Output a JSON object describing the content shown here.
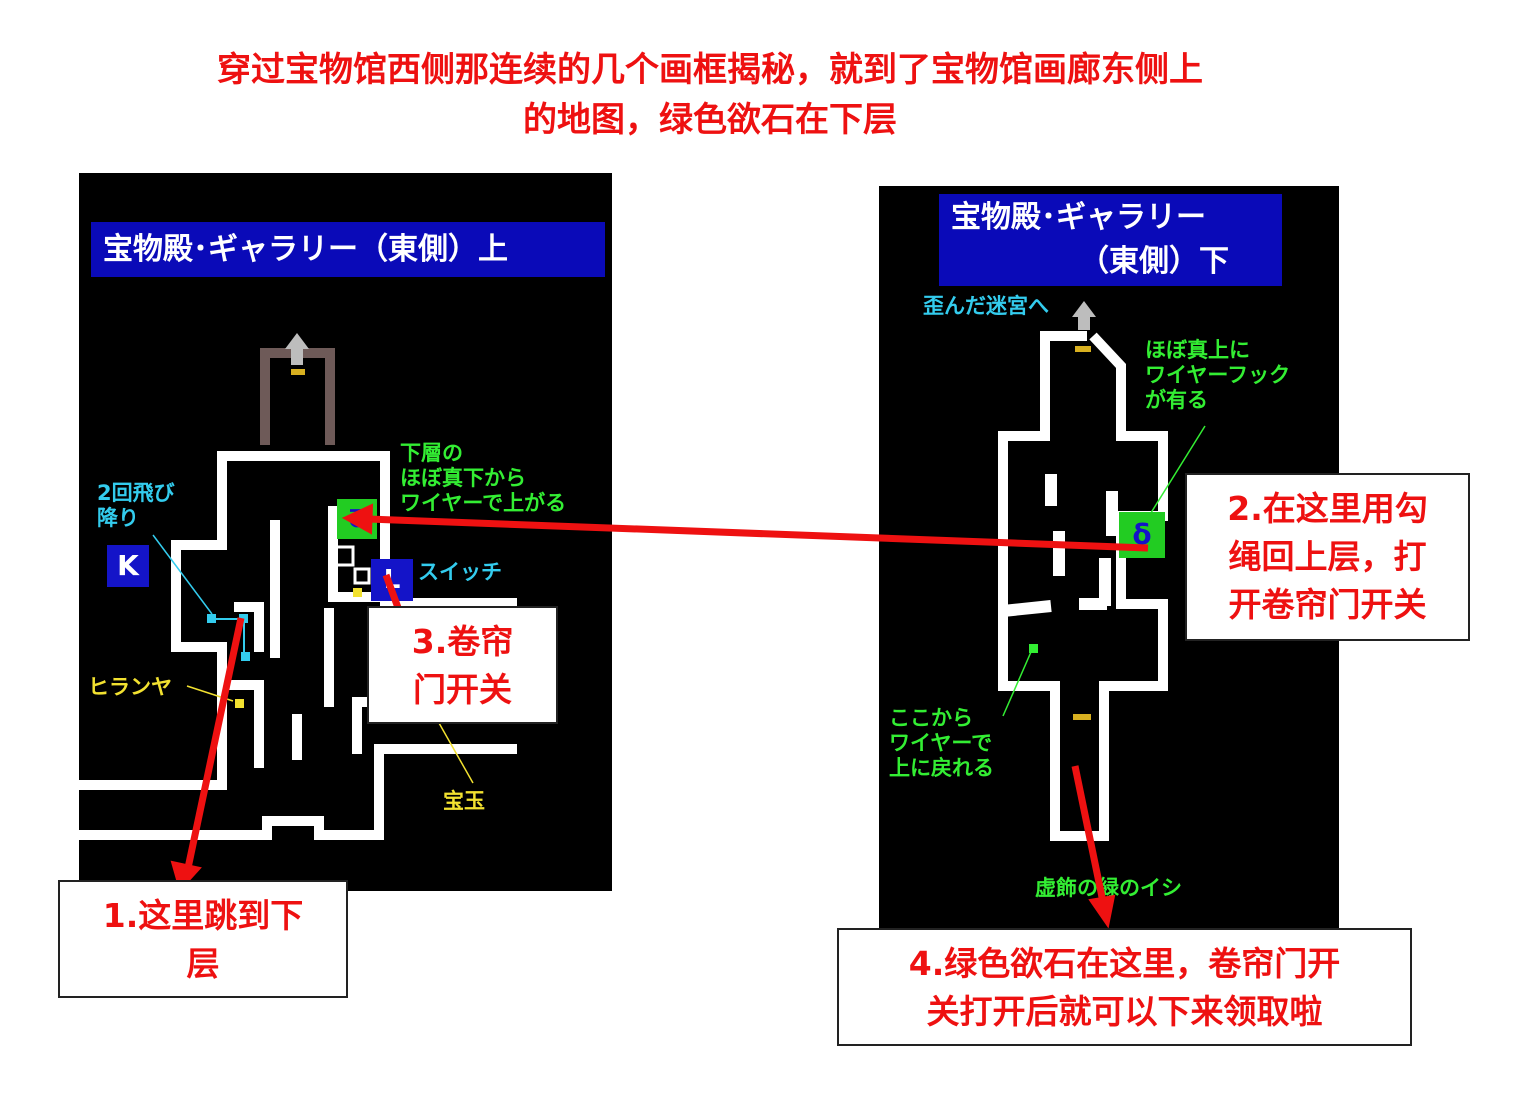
{
  "header": {
    "line1": "穿过宝物馆西侧那连续的几个画框揭秘，就到了宝物馆画廊东侧上",
    "line2": "的地图，绿色欲石在下层"
  },
  "left_map": {
    "title": "宝物殿･ギャラリー（東側）上",
    "labels": {
      "jump": "2回飛び\n降り",
      "marker_k": "K",
      "from_below": "下層の\nほぼ真下から\nワイヤーで上がる",
      "switch": "スイッチ",
      "switch_marker": "L",
      "hook_icon": "ᘔ",
      "hiranya": "ヒランヤ",
      "gem": "宝玉"
    }
  },
  "right_map": {
    "title_line1": "宝物殿･ギャラリー",
    "title_line2": "（東側）下",
    "labels": {
      "to_maze": "歪んだ迷宮へ",
      "hook_above": "ほぼ真上に\nワイヤーフック\nが有る",
      "hook_icon": "δ",
      "return_up": "ここから\nワイヤーで\n上に戻れる",
      "green_stone": "虚飾の緑のイシ"
    }
  },
  "notes": {
    "note1": "1.这里跳到下\n层",
    "note2": "2.在这里用勾\n绳回上层，打\n开卷帘门开关",
    "note3": "3.卷帘\n门开关",
    "note4": "4.绿色欲石在这里，卷帘门开\n关打开后就可以下来领取啦"
  },
  "colors": {
    "annotation_red": "#ee1111",
    "map_wall": "#ffffff",
    "title_blue": "#0a0ab8",
    "label_green": "#33ee33",
    "label_cyan": "#33ccee",
    "label_yellow": "#f2e130"
  }
}
